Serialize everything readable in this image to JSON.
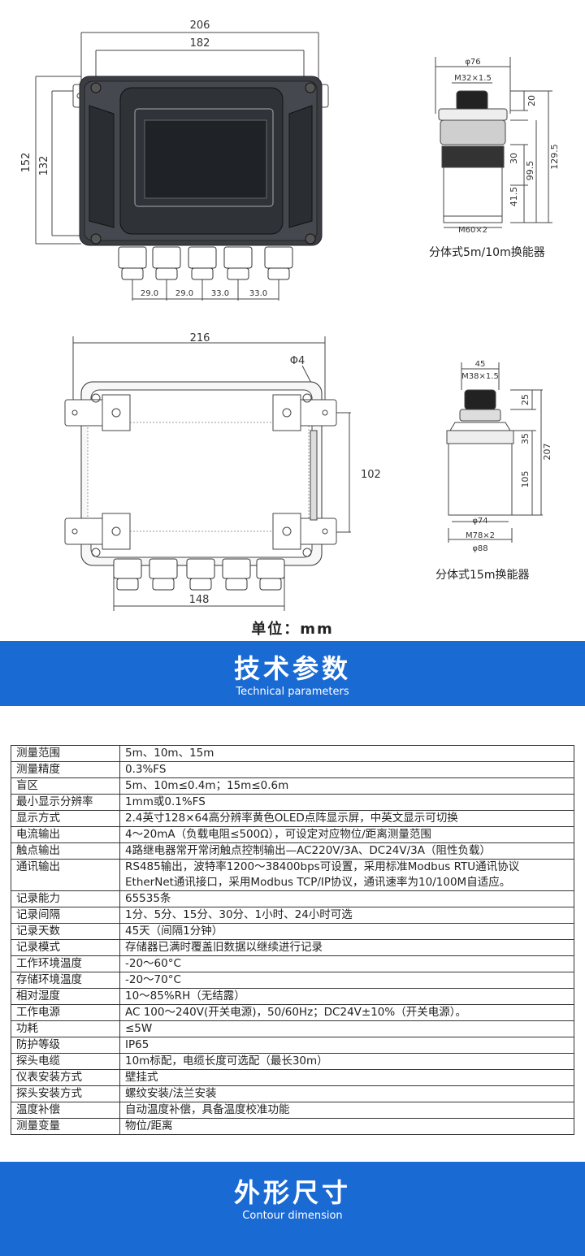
{
  "dims_top": {
    "w206": "206",
    "w182": "182",
    "h152": "152",
    "h132": "132",
    "g1": "29.0",
    "g2": "29.0",
    "g3": "33.0",
    "g4": "33.0"
  },
  "probe1": {
    "d": "φ76",
    "thread": "M32×1.5",
    "h20": "20",
    "h30": "30",
    "h99": "99.5",
    "h129": "129.5",
    "h41": "41.5",
    "bottom": "M60×2",
    "caption": "分体式5m/10m换能器"
  },
  "dims_back": {
    "w216": "216",
    "hole": "Φ4",
    "h102": "102",
    "w148": "148"
  },
  "probe2": {
    "d": "45",
    "thread": "M38×1.5",
    "h25": "25",
    "h35": "35",
    "h105": "105",
    "h207": "207",
    "d74": "φ74",
    "m78": "M78×2",
    "d88": "φ88",
    "caption": "分体式15m换能器"
  },
  "unit_label": "单位：mm",
  "section1": {
    "title": "技术参数",
    "subtitle": "Technical parameters"
  },
  "section2": {
    "title": "外形尺寸",
    "subtitle": "Contour dimension"
  },
  "specs": [
    {
      "k": "测量范围",
      "v": "5m、10m、15m"
    },
    {
      "k": "测量精度",
      "v": "0.3%FS"
    },
    {
      "k": "盲区",
      "v": "5m、10m≤0.4m；15m≤0.6m"
    },
    {
      "k": "最小显示分辨率",
      "v": "1mm或0.1%FS"
    },
    {
      "k": "显示方式",
      "v": "2.4英寸128×64高分辨率黄色OLED点阵显示屏，中英文显示可切换"
    },
    {
      "k": "电流输出",
      "v": "4～20mA（负载电阻≤500Ω），可设定对应物位/距离测量范围"
    },
    {
      "k": "触点输出",
      "v": "4路继电器常开常闭触点控制输出—AC220V/3A、DC24V/3A（阻性负载）"
    },
    {
      "k": "通讯输出",
      "v": "RS485输出，波特率1200～38400bps可设置，采用标准Modbus RTU通讯协议",
      "v2": "EtherNet通讯接口，采用Modbus TCP/IP协议，通讯速率为10/100M自适应。"
    },
    {
      "k": "记录能力",
      "v": "65535条"
    },
    {
      "k": "记录间隔",
      "v": "1分、5分、15分、30分、1小时、24小时可选"
    },
    {
      "k": "记录天数",
      "v": "45天（间隔1分钟）"
    },
    {
      "k": "记录模式",
      "v": "存储器已满时覆盖旧数据以继续进行记录"
    },
    {
      "k": "工作环境温度",
      "v": "-20～60°C"
    },
    {
      "k": "存储环境温度",
      "v": "-20～70°C"
    },
    {
      "k": "相对湿度",
      "v": "10～85%RH（无结露）"
    },
    {
      "k": "工作电源",
      "v": "AC 100～240V(开关电源)，50/60Hz；DC24V±10%（开关电源）。"
    },
    {
      "k": "功耗",
      "v": "≤5W"
    },
    {
      "k": "防护等级",
      "v": "IP65"
    },
    {
      "k": "探头电缆",
      "v": "10m标配，电缆长度可选配（最长30m）"
    },
    {
      "k": "仪表安装方式",
      "v": "壁挂式"
    },
    {
      "k": "探头安装方式",
      "v": "螺纹安装/法兰安装"
    },
    {
      "k": "温度补偿",
      "v": "自动温度补偿，具备温度校准功能"
    },
    {
      "k": "测量变量",
      "v": "物位/距离"
    }
  ]
}
